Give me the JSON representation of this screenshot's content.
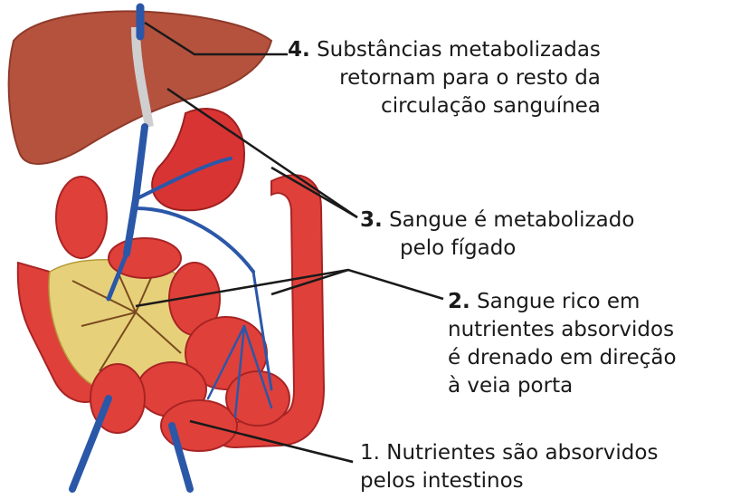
{
  "colors": {
    "liver": "#b5523e",
    "liver_dark": "#8e3a2a",
    "intestine": "#e0403a",
    "intestine_dark": "#a82424",
    "vein": "#2b57a8",
    "mesentery": "#e6d17a",
    "leader_line": "#1a1a1a"
  },
  "labels": [
    {
      "id": "step-4",
      "number": "4.",
      "number_bold": true,
      "lines": [
        "Substâncias metabolizadas",
        "retornam para o resto da",
        "circulação sanguínea"
      ]
    },
    {
      "id": "step-3",
      "number": "3.",
      "number_bold": true,
      "lines": [
        "Sangue é metabolizado",
        "pelo fígado"
      ]
    },
    {
      "id": "step-2",
      "number": "2.",
      "number_bold": true,
      "lines": [
        "Sangue rico em",
        "nutrientes absorvidos",
        "é drenado em direção",
        "à veia porta"
      ]
    },
    {
      "id": "step-1",
      "number": "1.",
      "number_bold": false,
      "lines": [
        "Nutrientes são absorvidos",
        "pelos intestinos"
      ]
    }
  ]
}
